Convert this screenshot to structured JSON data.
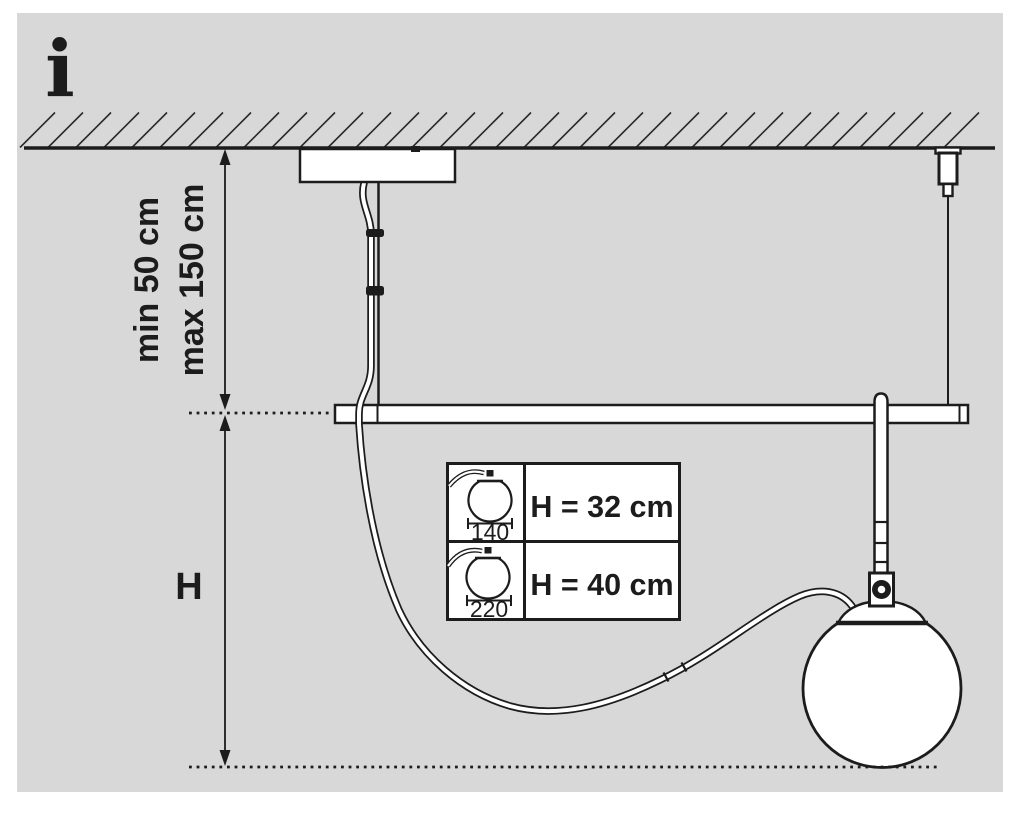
{
  "panel": {
    "background": "#d8d8d8",
    "ink": "#1c1c1c",
    "fill": "#ffffff"
  },
  "info_icon": {
    "glyph": "i"
  },
  "dimensions": {
    "ceiling_to_rail_min": "min 50 cm",
    "ceiling_to_rail_max": "max 150 cm",
    "rail_to_shade": "H"
  },
  "size_table": {
    "rows": [
      {
        "shade_diameter": "140",
        "drop_height": "H = 32 cm"
      },
      {
        "shade_diameter": "220",
        "drop_height": "H = 40 cm"
      }
    ]
  }
}
